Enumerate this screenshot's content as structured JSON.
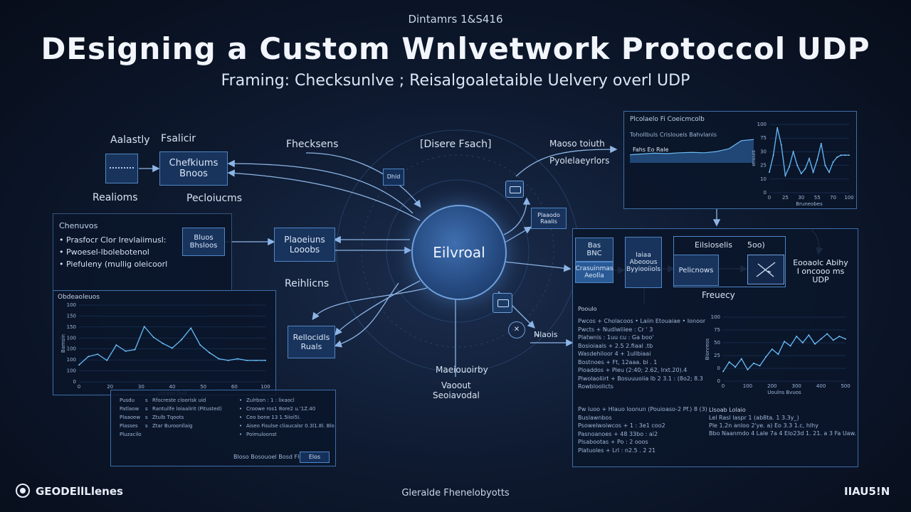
{
  "header": {
    "kicker": "Dintamrs 1&S416",
    "title": "DEsigning a Custom Wnlvetwork Protoccol UDP",
    "subtitle": "Framing: Checksunlve ; Reisalgoaletaible  Uelvery overl UDP"
  },
  "hub": {
    "label": "Eilvroal"
  },
  "top_left": {
    "lbl_a": "Aalastly",
    "lbl_b": "Fsalicir",
    "box": [
      "Chefkiums",
      "Bnoos"
    ],
    "lbl_c": "Realioms",
    "lbl_d": "Pecloiucms"
  },
  "center_top": {
    "lbl_checksens": "Fhecksens",
    "lbl_discrete": "[Disere Fsach]",
    "chip": "Dhld",
    "lbl_rehlions": "Reihlicns",
    "lbl_bottom1": "Maeiouoirby",
    "lbl_bottom2a": "Vaoout",
    "lbl_bottom2b": "Seoiavodal"
  },
  "left_panel": {
    "title": "Chenuvos",
    "bullets": [
      "Prasfocr Clor Irevlaiimusl:",
      "Pwoesel-lbolebotenol",
      "Piefuleny  (mullig oleicoorl"
    ],
    "box_small": [
      "Bluos",
      "Bhsloos"
    ],
    "box_mid": [
      "Plaoeiuns",
      "Looobs"
    ]
  },
  "left_chart": {
    "title": "Obdeaoleuos",
    "ylabel": "Bamsin",
    "xlabel": "Uoraeo Dolt",
    "yticks": [
      "100",
      "150",
      "150",
      "100",
      "100",
      "100",
      "100",
      "0"
    ],
    "xticks": [
      "0",
      "20",
      "30",
      "40",
      "50",
      "60",
      "100"
    ]
  },
  "box_reliable": [
    "Rellocidls",
    "Ruals"
  ],
  "bottom_left_table": {
    "rows": [
      [
        "Pusdu",
        "s",
        "Rfocreste cloorisk uid",
        "•",
        "Zulrbon : 1 : lixaocl"
      ],
      [
        "Patlaow",
        "s",
        "Rantuilfe loiaalirit (Pitusted)",
        "•",
        "Croowe ros1 8ore2  u.'1Z.40"
      ],
      [
        "Plaaoew",
        "s",
        "Ztulb Tqoots",
        "•",
        "Ceo bone 13  1.5iioi5i."
      ],
      [
        "Plasses",
        "s",
        "Ztar Buroonllaig",
        "•",
        "Aiseo  Fisulse cliaucalsr 0.3l1.8l. Blo"
      ],
      [
        "Pluzacilo",
        "",
        "",
        "•",
        "Poimuloonst"
      ]
    ],
    "footer": "Bloso  Bosouoel  Bosd Flelalay",
    "button": "Elos"
  },
  "top_right_panel": {
    "title": "Plcolaelo Fi Coeicmcolb",
    "meta": "Tohollbuls  Crisloueis Bahvlanis",
    "inner": "Fahs Eo Rale",
    "ylabel": "Teluuis",
    "xlabel": "Bruneobes",
    "yticks": [
      "100",
      "75",
      "30",
      "25",
      "10",
      "0"
    ],
    "xticks": [
      "0",
      "25",
      "30",
      "55",
      "70",
      "100"
    ]
  },
  "right_labels": {
    "a": "Maoso toiuth",
    "b": "Pyolelaeyrlors",
    "chip": [
      "Plaaodo",
      "Raalis"
    ]
  },
  "right_flow": {
    "b1": [
      "Bas",
      "BNC"
    ],
    "b1b": [
      "Crasuinmas",
      "Aeolla"
    ],
    "b2": [
      "Iaiaa",
      "Abeoous",
      "Byyiooiiols"
    ],
    "grp_label_a": "Eilsioselis",
    "grp_label_b": "5oo)",
    "b3": "Pelicnows",
    "lbl_frequency": "Freuecy",
    "side": [
      "Eooaolc Abihy",
      "I oncooo ms",
      "UDP"
    ]
  },
  "right_panel": {
    "title": "Pooulo",
    "lines": [
      "Pwcos  +  Cholacoos  •  Laiin Etouaiae  •  Ionoor",
      "Pwcts    +  Nudlwliiee  :  Cr ' 3",
      "Platwnis       :  1uu  cu  :  Ga   boo'",
      "Bosioiaals   +  2.5   2.fiaal  .tb",
      "Wasdehiloor   4  +  1ullbiaai",
      "Bostnoes       +  Ft, 12aaa.  bi   .  1",
      "Ploaddos   +  Pleu  (2:40;  2.62,  lrxt.20).4",
      "Piwolaoliirt   +  Bosuuuoiia  lb  2  3.1  :  (8o2; 8.3",
      "Rowbloolicts"
    ],
    "lines2": [
      "Pw luoo  +   Hlauo loonun  (Pouioaso-2 Pf.)  8  (3)",
      "Buslawnbos",
      "Psowelwoiwcos    +   1  :  3e1  coo2",
      "Pasnoanoes   +   48   33bo  :  ai2",
      "Plsabootas   +   Po  :  2  ooos",
      "Platuoles   +   Lrl  :  n2.5  .  2  21"
    ],
    "chart": {
      "yticks": [
        "100",
        "75",
        "50",
        "25",
        "0",
        "0"
      ],
      "ylabel": "Bionreos",
      "xticks": [
        "0",
        "100",
        "200",
        "300",
        "400",
        "500"
      ],
      "xlabel": "Uoulns  Bvuos"
    },
    "mini_table": {
      "title": "Llsoab  Lolaio",
      "rows": [
        "Lel  Rasl laspr  1  (ab8ta.  1  3.3y_)",
        "Ple  1.2n  anloo  2'ye.  a)  Eo  3.3  1.c,  hlhy",
        "Bbo  Naanmdo  4   Lale  7a  4  Elo23d  1.  21.  a  3  Fa  Uaw."
      ]
    }
  },
  "footer": {
    "left": "GEODEllLlenes",
    "center": "Gleralde Fhenelobyotts",
    "right": "IIAU5!N"
  },
  "chart_data": [
    {
      "type": "line",
      "title": "Obdeaoleuos",
      "xlabel": "Uoraeo Dolt",
      "ylabel": "Bamsin",
      "x": [
        0,
        5,
        10,
        15,
        20,
        25,
        30,
        35,
        40,
        45,
        50,
        55,
        60,
        65,
        70,
        75,
        80,
        85,
        90,
        95,
        100
      ],
      "y": [
        22,
        33,
        36,
        28,
        48,
        40,
        42,
        72,
        58,
        50,
        44,
        55,
        70,
        48,
        38,
        30,
        28,
        30,
        28,
        28,
        28
      ]
    },
    {
      "type": "line",
      "title": "Plcolaelo Fi Coeicmcolb",
      "xlabel": "Bruneobes",
      "ylabel": "Teluuis",
      "x": [
        0,
        5,
        10,
        15,
        20,
        25,
        30,
        35,
        40,
        45,
        50,
        55,
        60,
        65,
        70,
        75,
        80,
        85,
        90,
        95,
        100
      ],
      "y": [
        30,
        55,
        95,
        70,
        25,
        38,
        60,
        40,
        28,
        35,
        50,
        30,
        48,
        72,
        40,
        30,
        45,
        52,
        55,
        55,
        55
      ]
    },
    {
      "type": "area",
      "title": "Fahs Eo Rale",
      "x": [
        0,
        10,
        20,
        30,
        40,
        50,
        60,
        70,
        80,
        90,
        100
      ],
      "y": [
        20,
        22,
        24,
        23,
        25,
        26,
        25,
        28,
        35,
        55,
        58
      ]
    },
    {
      "type": "line",
      "title": "Pooulo",
      "xlabel": "Uoulns  Bvuos",
      "ylabel": "Bionreos",
      "x": [
        0,
        25,
        50,
        75,
        100,
        125,
        150,
        175,
        200,
        225,
        250,
        275,
        300,
        325,
        350,
        375,
        400,
        425,
        450,
        475,
        500
      ],
      "y": [
        15,
        30,
        22,
        35,
        18,
        28,
        24,
        38,
        50,
        42,
        62,
        55,
        70,
        60,
        72,
        58,
        66,
        74,
        64,
        70,
        66
      ]
    }
  ]
}
